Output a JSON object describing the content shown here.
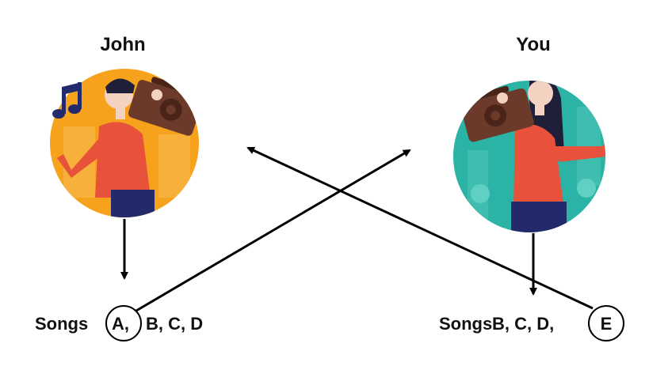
{
  "persons": [
    {
      "name": "John",
      "songs_prefix": "Songs",
      "songs_highlight": "A,",
      "songs_rest": "B, C, D",
      "avatar_bg": "#f6a21c",
      "icon": "music-note-icon"
    },
    {
      "name": "You",
      "songs_prefix": "Songs",
      "songs_rest": "B, C, D,",
      "songs_highlight": "E",
      "avatar_bg": "#2bb3a6"
    }
  ],
  "colors": {
    "arrow": "#000000",
    "text": "#111111",
    "shirt": "#e8523a",
    "pants": "#232a6b",
    "boombox": "#6b3a2a",
    "hair": "#1f1f3a",
    "skin": "#f4d2c1"
  }
}
